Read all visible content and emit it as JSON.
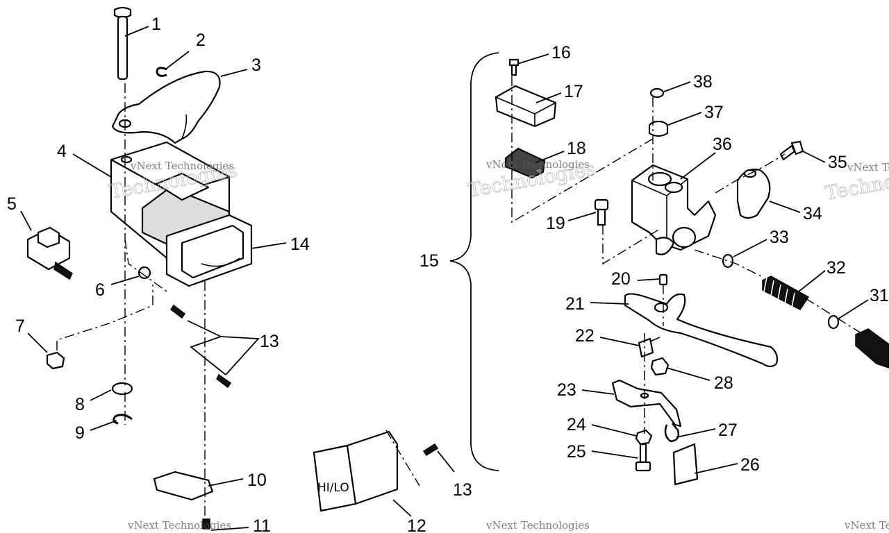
{
  "callouts": [
    "1",
    "2",
    "3",
    "4",
    "5",
    "6",
    "7",
    "8",
    "9",
    "10",
    "11",
    "12",
    "13",
    "13",
    "14",
    "15",
    "16",
    "17",
    "18",
    "19",
    "20",
    "21",
    "22",
    "23",
    "24",
    "25",
    "26",
    "27",
    "28",
    "31",
    "32",
    "33",
    "34",
    "35",
    "36",
    "37",
    "38"
  ],
  "switch_face_text": "HI/LO",
  "watermark": {
    "line1": "vNext Technologies",
    "line2": "vNext",
    "line3": "Technologies"
  }
}
